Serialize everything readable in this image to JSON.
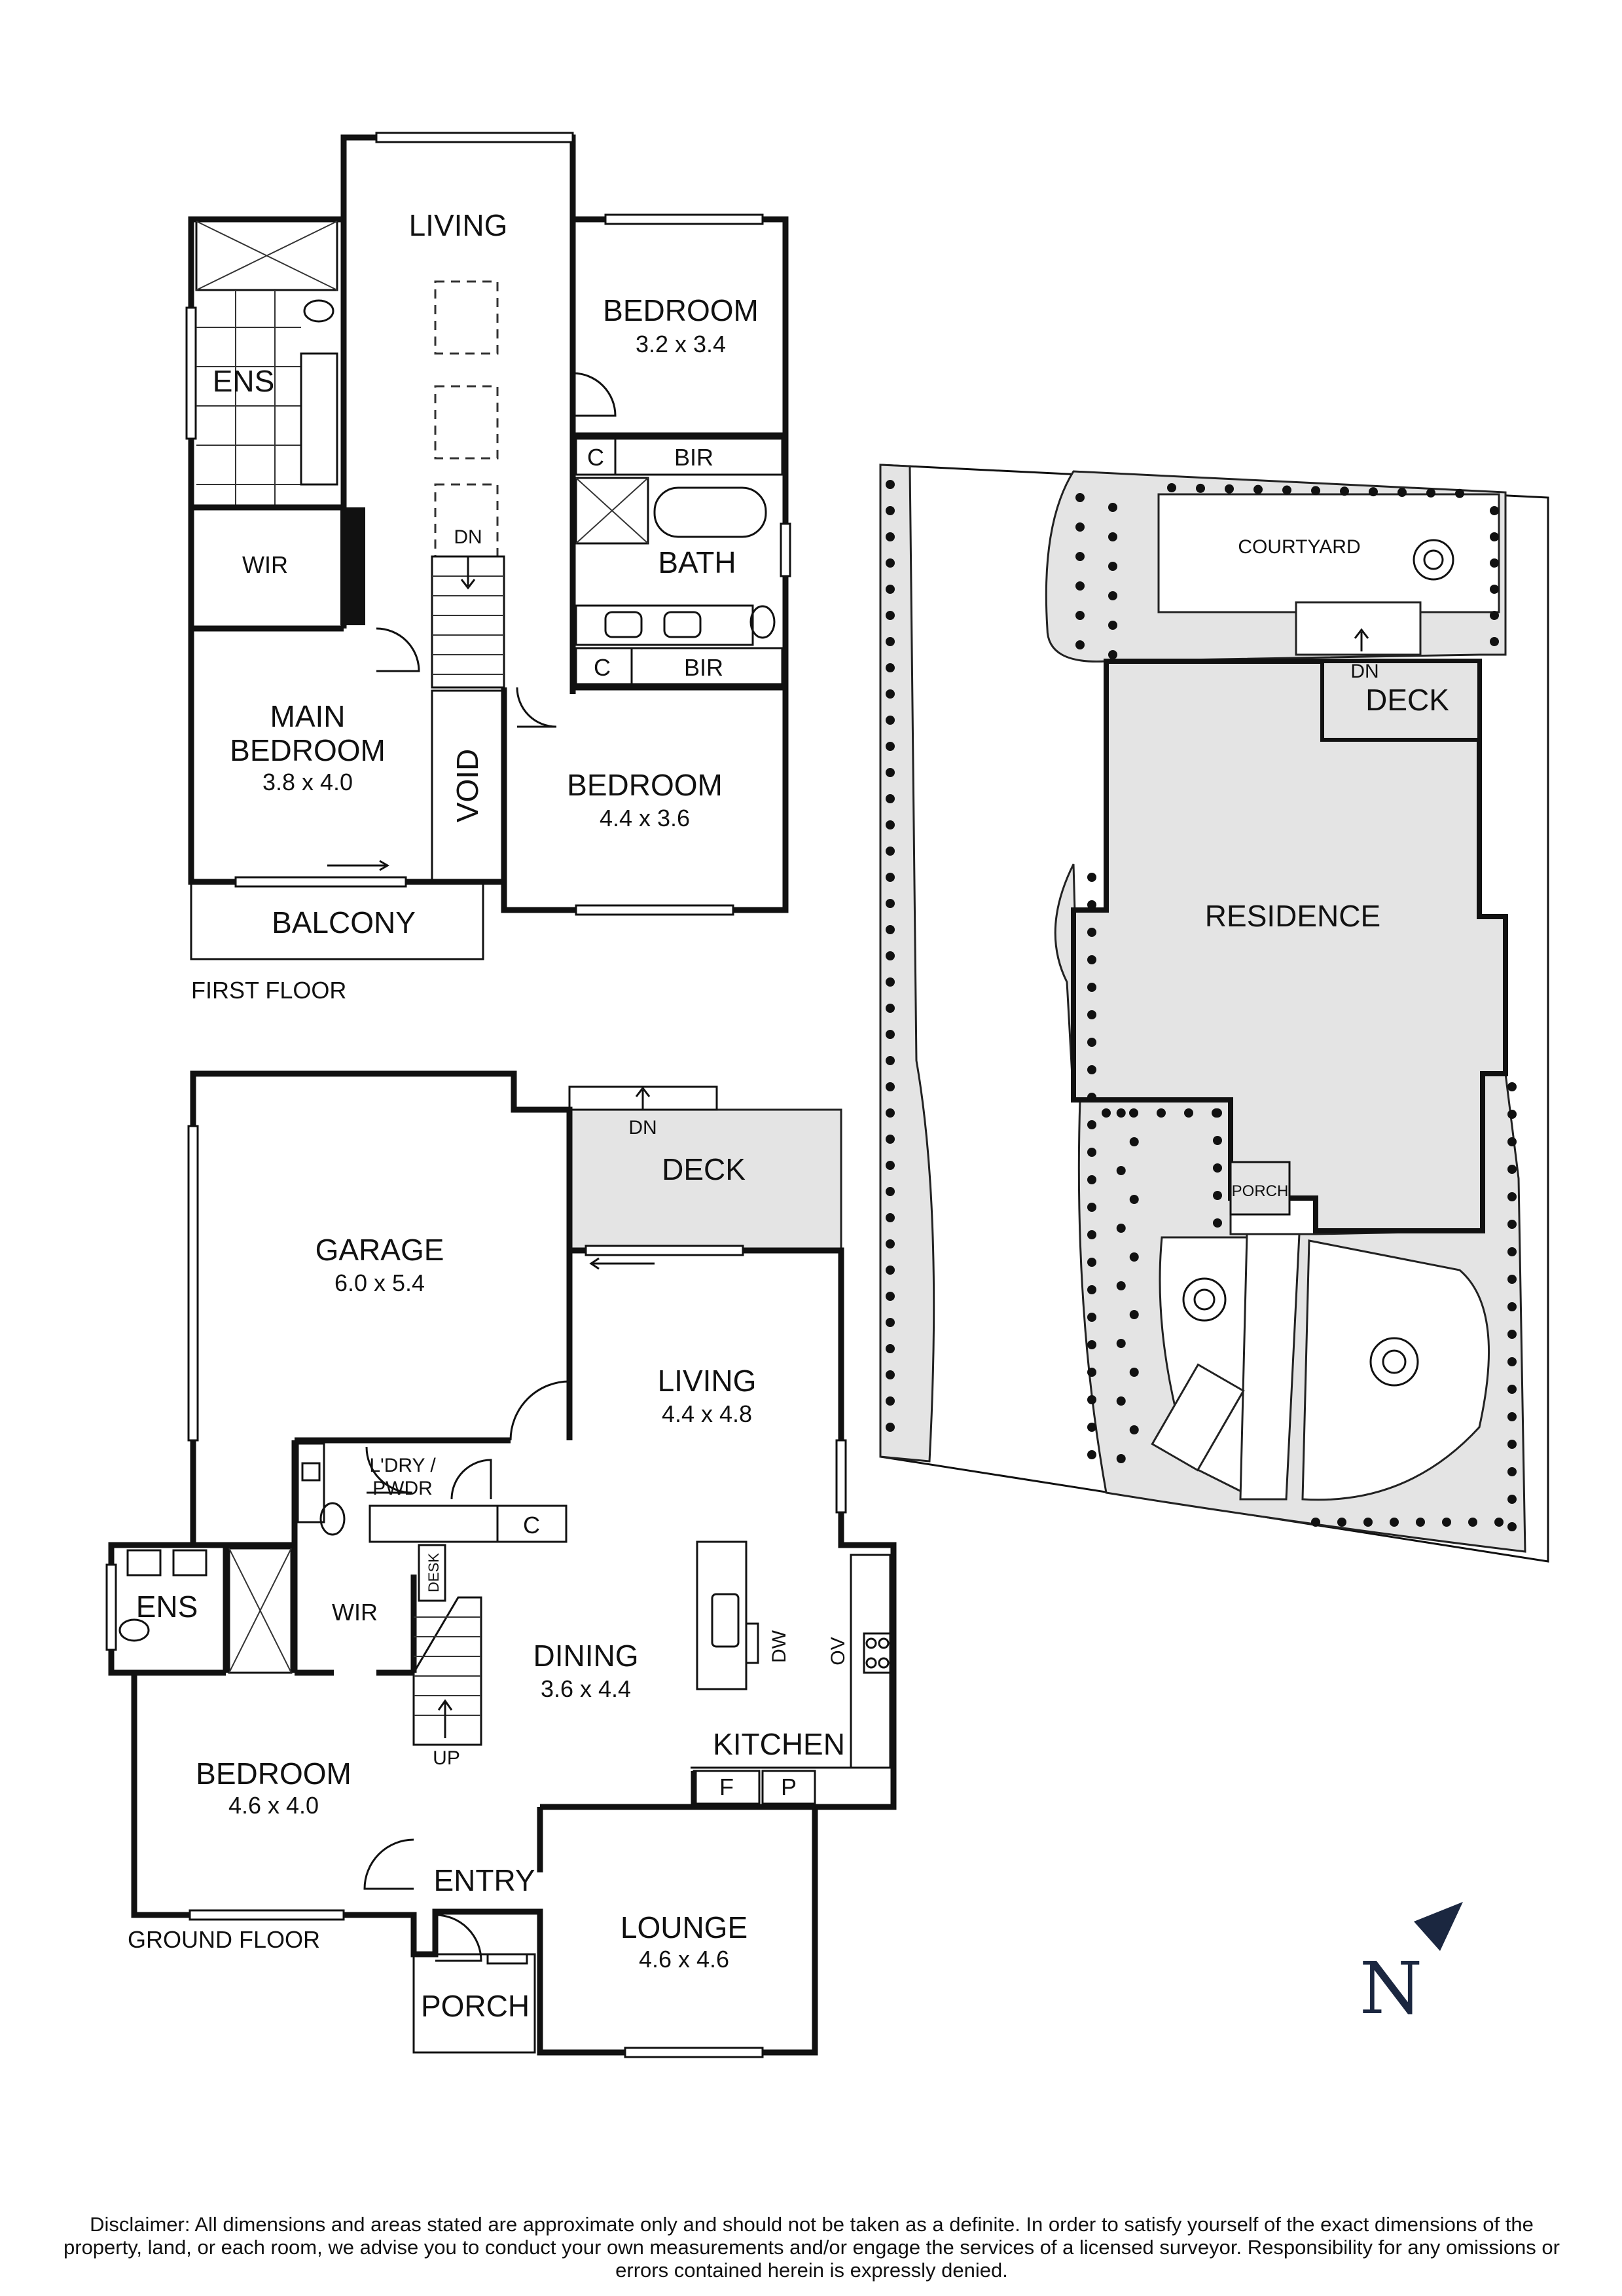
{
  "first_floor": {
    "label": "FIRST FLOOR",
    "rooms": {
      "living": "LIVING",
      "bedroom_a": {
        "name": "BEDROOM",
        "dims": "3.2 x 3.4"
      },
      "ens": "ENS",
      "wir": "WIR",
      "bir_top": "BIR",
      "c_top": "C",
      "bath": "BATH",
      "bir_bottom": "BIR",
      "c_bottom": "C",
      "main_bedroom_line1": "MAIN",
      "main_bedroom_line2": "BEDROOM",
      "main_bedroom_dims": "3.8 x 4.0",
      "void": "VOID",
      "bedroom_b": {
        "name": "BEDROOM",
        "dims": "4.4 x 3.6"
      },
      "balcony": "BALCONY",
      "stair_dn": "DN"
    }
  },
  "ground_floor": {
    "label": "GROUND FLOOR",
    "rooms": {
      "garage": {
        "name": "GARAGE",
        "dims": "6.0 x 5.4"
      },
      "deck": "DECK",
      "deck_dn": "DN",
      "living": {
        "name": "LIVING",
        "dims": "4.4 x 4.8"
      },
      "laundry_line1": "L'DRY /",
      "laundry_line2": "PWDR",
      "c": "C",
      "ens": "ENS",
      "wir": "WIR",
      "desk": "DESK",
      "dining": {
        "name": "DINING",
        "dims": "3.6 x 4.4"
      },
      "dw": "DW",
      "ov": "OV",
      "kitchen": "KITCHEN",
      "f": "F",
      "p": "P",
      "bedroom": {
        "name": "BEDROOM",
        "dims": "4.6 x 4.0"
      },
      "up": "UP",
      "entry": "ENTRY",
      "lounge": {
        "name": "LOUNGE",
        "dims": "4.6 x 4.6"
      },
      "porch": "PORCH"
    }
  },
  "site_plan": {
    "courtyard": "COURTYARD",
    "deck": "DECK",
    "dn": "DN",
    "residence": "RESIDENCE",
    "porch": "PORCH"
  },
  "compass": {
    "letter": "N"
  },
  "disclaimer": "Disclaimer: All dimensions and areas stated are approximate only and should not be taken as a definite. In order to satisfy yourself of the exact dimensions of the property, land, or each room, we advise you to conduct your own measurements and/or engage the services of a licensed surveyor. Responsibility for any omissions or errors contained herein is expressly denied.",
  "colors": {
    "line": "#111111",
    "fill_grey": "#e4e4e4",
    "compass": "#1b2740"
  }
}
